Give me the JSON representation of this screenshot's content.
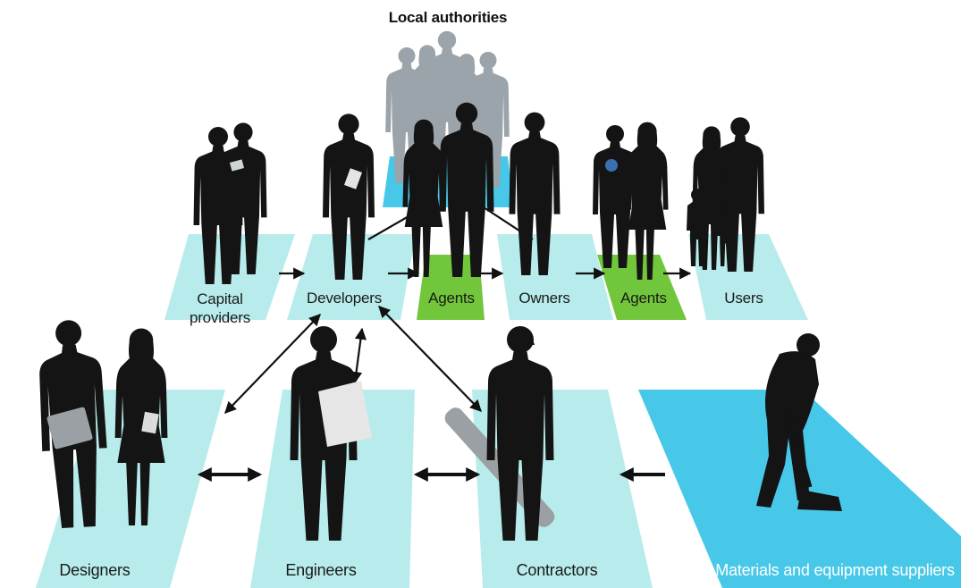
{
  "title": "Local authorities",
  "actors": {
    "capital_providers": "Capital providers",
    "developers": "Developers",
    "agents_1": "Agents",
    "owners": "Owners",
    "agents_2": "Agents",
    "users": "Users",
    "designers": "Designers",
    "engineers": "Engineers",
    "contractors": "Contractors",
    "suppliers": "Materials and equipment suppliers"
  },
  "colors": {
    "light_tile": "#b8ecec",
    "accent_tile": "#47c8e8",
    "agent_tile": "#72c63b",
    "silhouette": "#141414",
    "authority_silhouette": "#9aa4aa",
    "arrow": "#111111"
  }
}
